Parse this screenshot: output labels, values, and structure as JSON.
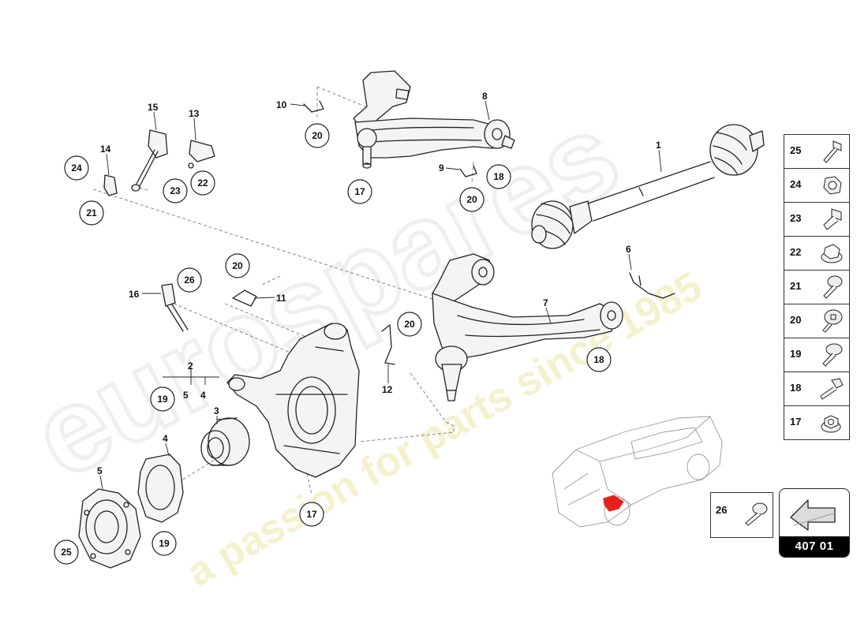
{
  "watermark": {
    "brand": "eurospares",
    "tagline": "a passion for parts since 1985"
  },
  "page_code": "407 01",
  "colors": {
    "line": "#222222",
    "highlight": "#e8201b",
    "watermark": "#e9e3a0",
    "badge_bg": "#000000"
  },
  "callouts": [
    {
      "label": "1"
    },
    {
      "label": "2"
    },
    {
      "label": "3"
    },
    {
      "label": "4"
    },
    {
      "label": "4"
    },
    {
      "label": "5"
    },
    {
      "label": "5"
    },
    {
      "label": "6"
    },
    {
      "label": "7"
    },
    {
      "label": "8"
    },
    {
      "label": "9"
    },
    {
      "label": "10"
    },
    {
      "label": "11"
    },
    {
      "label": "12"
    },
    {
      "label": "13"
    },
    {
      "label": "14"
    },
    {
      "label": "15"
    },
    {
      "label": "16"
    }
  ],
  "circled": [
    {
      "label": "17"
    },
    {
      "label": "17"
    },
    {
      "label": "18"
    },
    {
      "label": "18"
    },
    {
      "label": "19"
    },
    {
      "label": "19"
    },
    {
      "label": "20"
    },
    {
      "label": "20"
    },
    {
      "label": "20"
    },
    {
      "label": "20"
    },
    {
      "label": "21"
    },
    {
      "label": "22"
    },
    {
      "label": "23"
    },
    {
      "label": "24"
    },
    {
      "label": "25"
    },
    {
      "label": "26"
    }
  ],
  "legend": [
    {
      "label": "25",
      "icon": "hex-bolt-icon"
    },
    {
      "label": "24",
      "icon": "hex-nut-icon"
    },
    {
      "label": "23",
      "icon": "sleeve-nut-icon"
    },
    {
      "label": "22",
      "icon": "flange-nut-icon"
    },
    {
      "label": "21",
      "icon": "round-bolt-icon"
    },
    {
      "label": "20",
      "icon": "torx-bolt-icon"
    },
    {
      "label": "19",
      "icon": "torx-bolt-icon"
    },
    {
      "label": "18",
      "icon": "flange-bolt-icon"
    },
    {
      "label": "17",
      "icon": "collar-nut-icon"
    }
  ],
  "extra_legend": {
    "label": "26",
    "icon": "pan-bolt-icon"
  }
}
